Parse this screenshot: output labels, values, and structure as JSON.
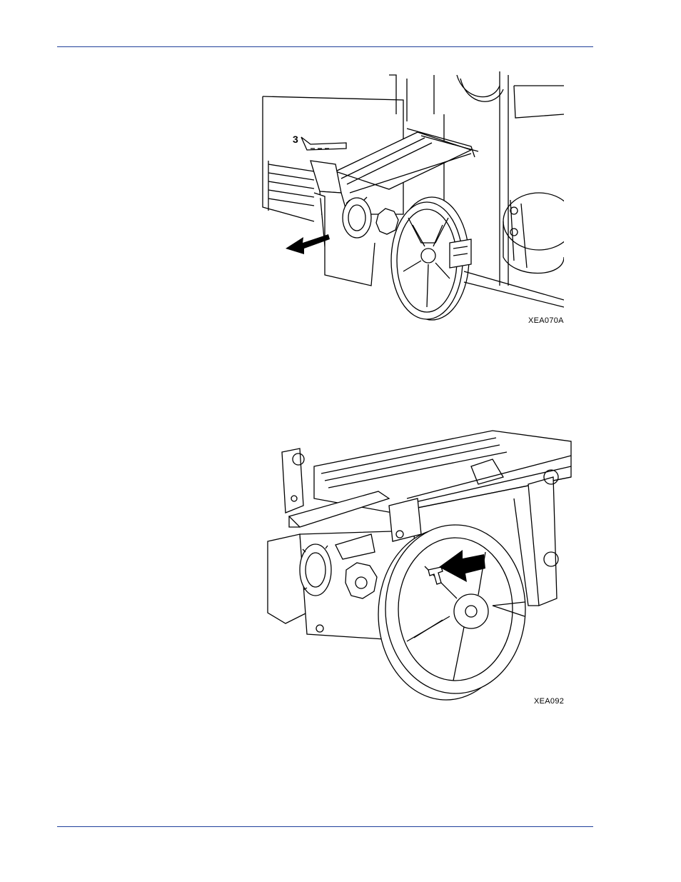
{
  "page": {
    "figures": [
      {
        "id_label": "XEA070A",
        "arrow_icon": "arrow-left-icon",
        "subject": "tape-reel-in-printer-transport"
      },
      {
        "id_label": "XEA092",
        "arrow_icon": "arrow-left-icon",
        "subject": "tape-reel-latch-detail"
      }
    ],
    "rule_color": "#1f3f9a"
  }
}
